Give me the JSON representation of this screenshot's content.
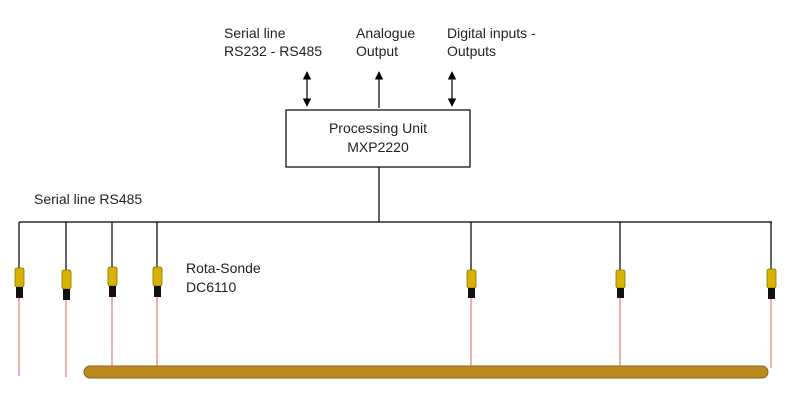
{
  "labels": {
    "serial_top": [
      "Serial line",
      "RS232 - RS485"
    ],
    "analogue": [
      "Analogue",
      "Output"
    ],
    "digital": [
      "Digital inputs -",
      "Outputs"
    ],
    "unit": [
      "Processing Unit",
      "MXP2220"
    ],
    "serial_bus": "Serial line RS485",
    "probe": [
      "Rota-Sonde",
      "DC6110"
    ]
  },
  "colors": {
    "probe_body": "#d8b200",
    "probe_cap": "#111111",
    "probe_wire": "#e07a7a",
    "pipe": "#b98a1e",
    "pipe_edge": "#8a6410"
  }
}
